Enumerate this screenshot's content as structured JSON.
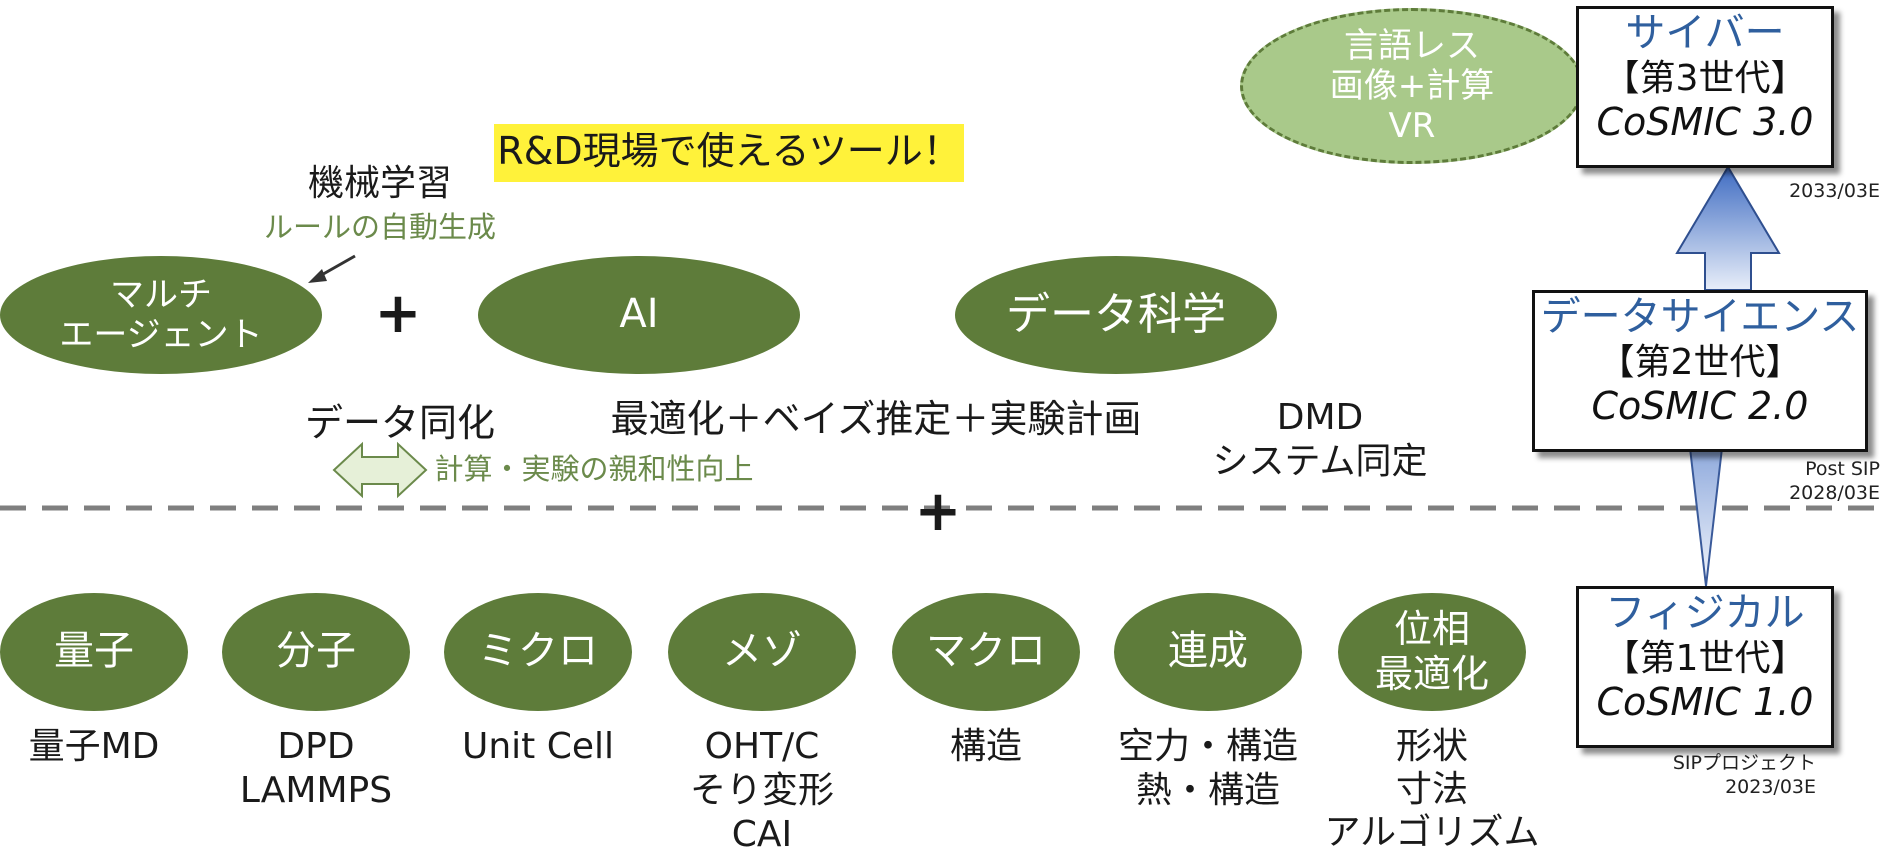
{
  "header": {
    "tagline": "R&D現場で使えるツール！",
    "ml_title": "機械学習",
    "ml_subtitle": "ルールの自動生成"
  },
  "top_row": {
    "multi_agent": "マルチ\nエージェント",
    "plus": "+",
    "ai": "AI",
    "data_science": "データ科学"
  },
  "middle": {
    "data_assimilation": "データ同化",
    "optimization": "最適化＋ベイズ推定＋実験計画",
    "dmd": "DMD\nシステム同定",
    "affinity": "計算・実験の親和性向上",
    "divider_plus": "+"
  },
  "bubble": {
    "text": "言語レス\n画像+計算\nVR"
  },
  "scales": [
    {
      "label": "量子",
      "tools": "量子MD"
    },
    {
      "label": "分子",
      "tools": "DPD\nLAMMPS"
    },
    {
      "label": "ミクロ",
      "tools": "Unit Cell"
    },
    {
      "label": "メゾ",
      "tools": "OHT/C\nそり変形\nCAI"
    },
    {
      "label": "マクロ",
      "tools": "構造"
    },
    {
      "label": "連成",
      "tools": "空力・構造\n熱・構造"
    },
    {
      "label": "位相\n最適化",
      "tools": "形状\n寸法\nアルゴリズム"
    }
  ],
  "generations": [
    {
      "name": "サイバー",
      "gen": "【第3世代】",
      "version": "CoSMIC 3.0",
      "date": "2033/03E"
    },
    {
      "name": "データサイエンス",
      "gen": "【第2世代】",
      "version": "CoSMIC 2.0",
      "date": "Post SIP\n2028/03E"
    },
    {
      "name": "フィジカル",
      "gen": "【第1世代】",
      "version": "CoSMIC 1.0",
      "date": "SIPプロジェクト\n2023/03E"
    }
  ],
  "colors": {
    "olive": "#5e7c3a",
    "light_green": "#a9c98a",
    "label_green": "#6b8a4b",
    "gen_blue": "#2f5f9e",
    "highlight": "#fff23a",
    "arrow_blue": "#4a73c4"
  }
}
